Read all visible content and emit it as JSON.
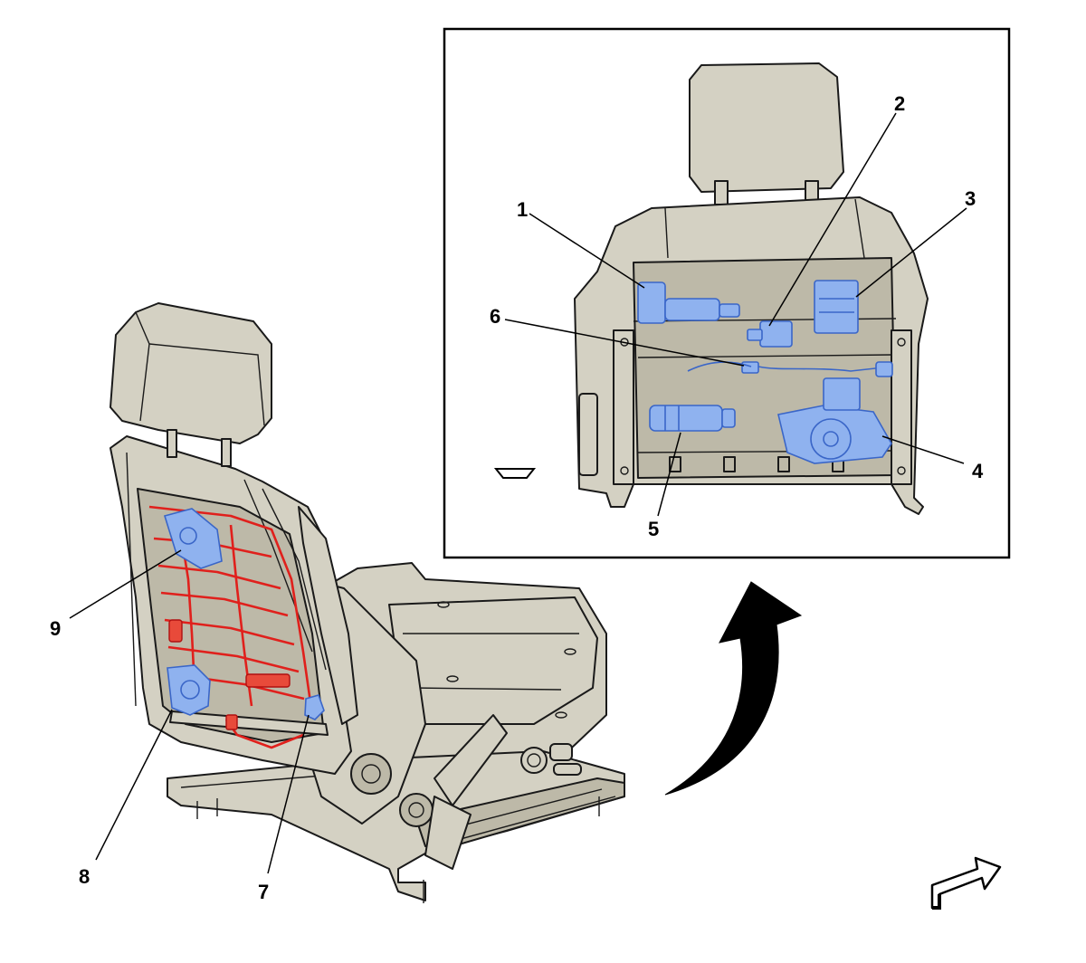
{
  "callouts": {
    "c1": "1",
    "c2": "2",
    "c3": "3",
    "c4": "4",
    "c5": "5",
    "c6": "6",
    "c7": "7",
    "c8": "8",
    "c9": "9"
  },
  "colors": {
    "seat_fill": "#d4d1c3",
    "highlight_blue": "#8fb2ef",
    "highlight_red": "#e0201c",
    "outline": "#1a1a1a"
  },
  "icons": {
    "view_direction": "view-direction-arrow-icon",
    "orientation": "orientation-arrow-icon"
  }
}
